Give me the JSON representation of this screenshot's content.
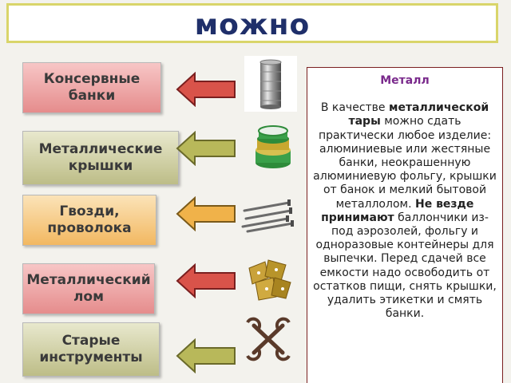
{
  "title": "можно",
  "items": [
    {
      "label_line1": "Консервные",
      "label_line2": "банки"
    },
    {
      "label_line1": "Металлические",
      "label_line2": "крышки"
    },
    {
      "label_line1": "Гвозди,",
      "label_line2": "проволока"
    },
    {
      "label_line1": "Металлический",
      "label_line2": "лом"
    },
    {
      "label_line1": "Старые",
      "label_line2": "инструменты"
    }
  ],
  "info": {
    "heading": "Металл",
    "p1_before": "В качестве ",
    "p1_bold": "металлической тары",
    "p1_after": " можно сдать практически любое изделие: алюминиевые или жестяные банки, неокрашенную алюминиевую фольгу, крышки от банок и мелкий бытовой металлолом. ",
    "p2_bold": "Не везде принимают",
    "p2_after": " баллончики из-под аэрозолей, фольгу и одноразовые контейнеры для выпечки. Перед сдачей все емкости надо освободить от остатков пищи, снять крышки, удалить этикетки и смять банки."
  },
  "colors": {
    "title": "#1f2f6a",
    "arrow_red": "#d9534a",
    "arrow_olive": "#b8b85a",
    "arrow_orange": "#f0b24a",
    "info_heading": "#7a2a8c"
  }
}
